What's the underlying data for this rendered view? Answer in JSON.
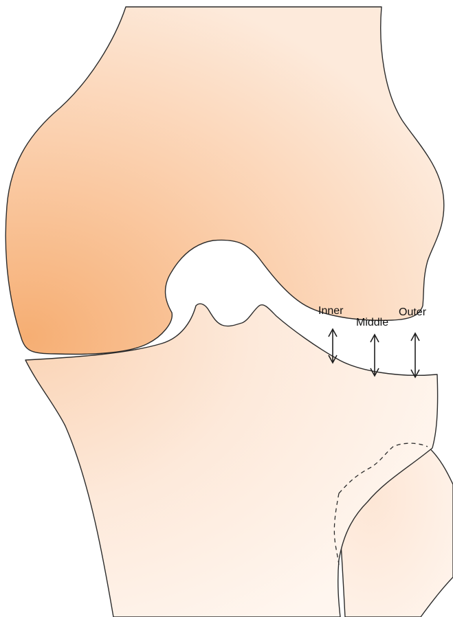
{
  "diagram": {
    "labels": {
      "inner": "Inner",
      "middle": "Middle",
      "outer": "Outer"
    },
    "colors": {
      "femur_core": "#f6b27a",
      "femur_light": "#fde6d4",
      "tibia_core": "#fbdcc3",
      "tibia_light": "#fff4ec",
      "outline": "#2b2b2b",
      "background": "#ffffff"
    }
  }
}
